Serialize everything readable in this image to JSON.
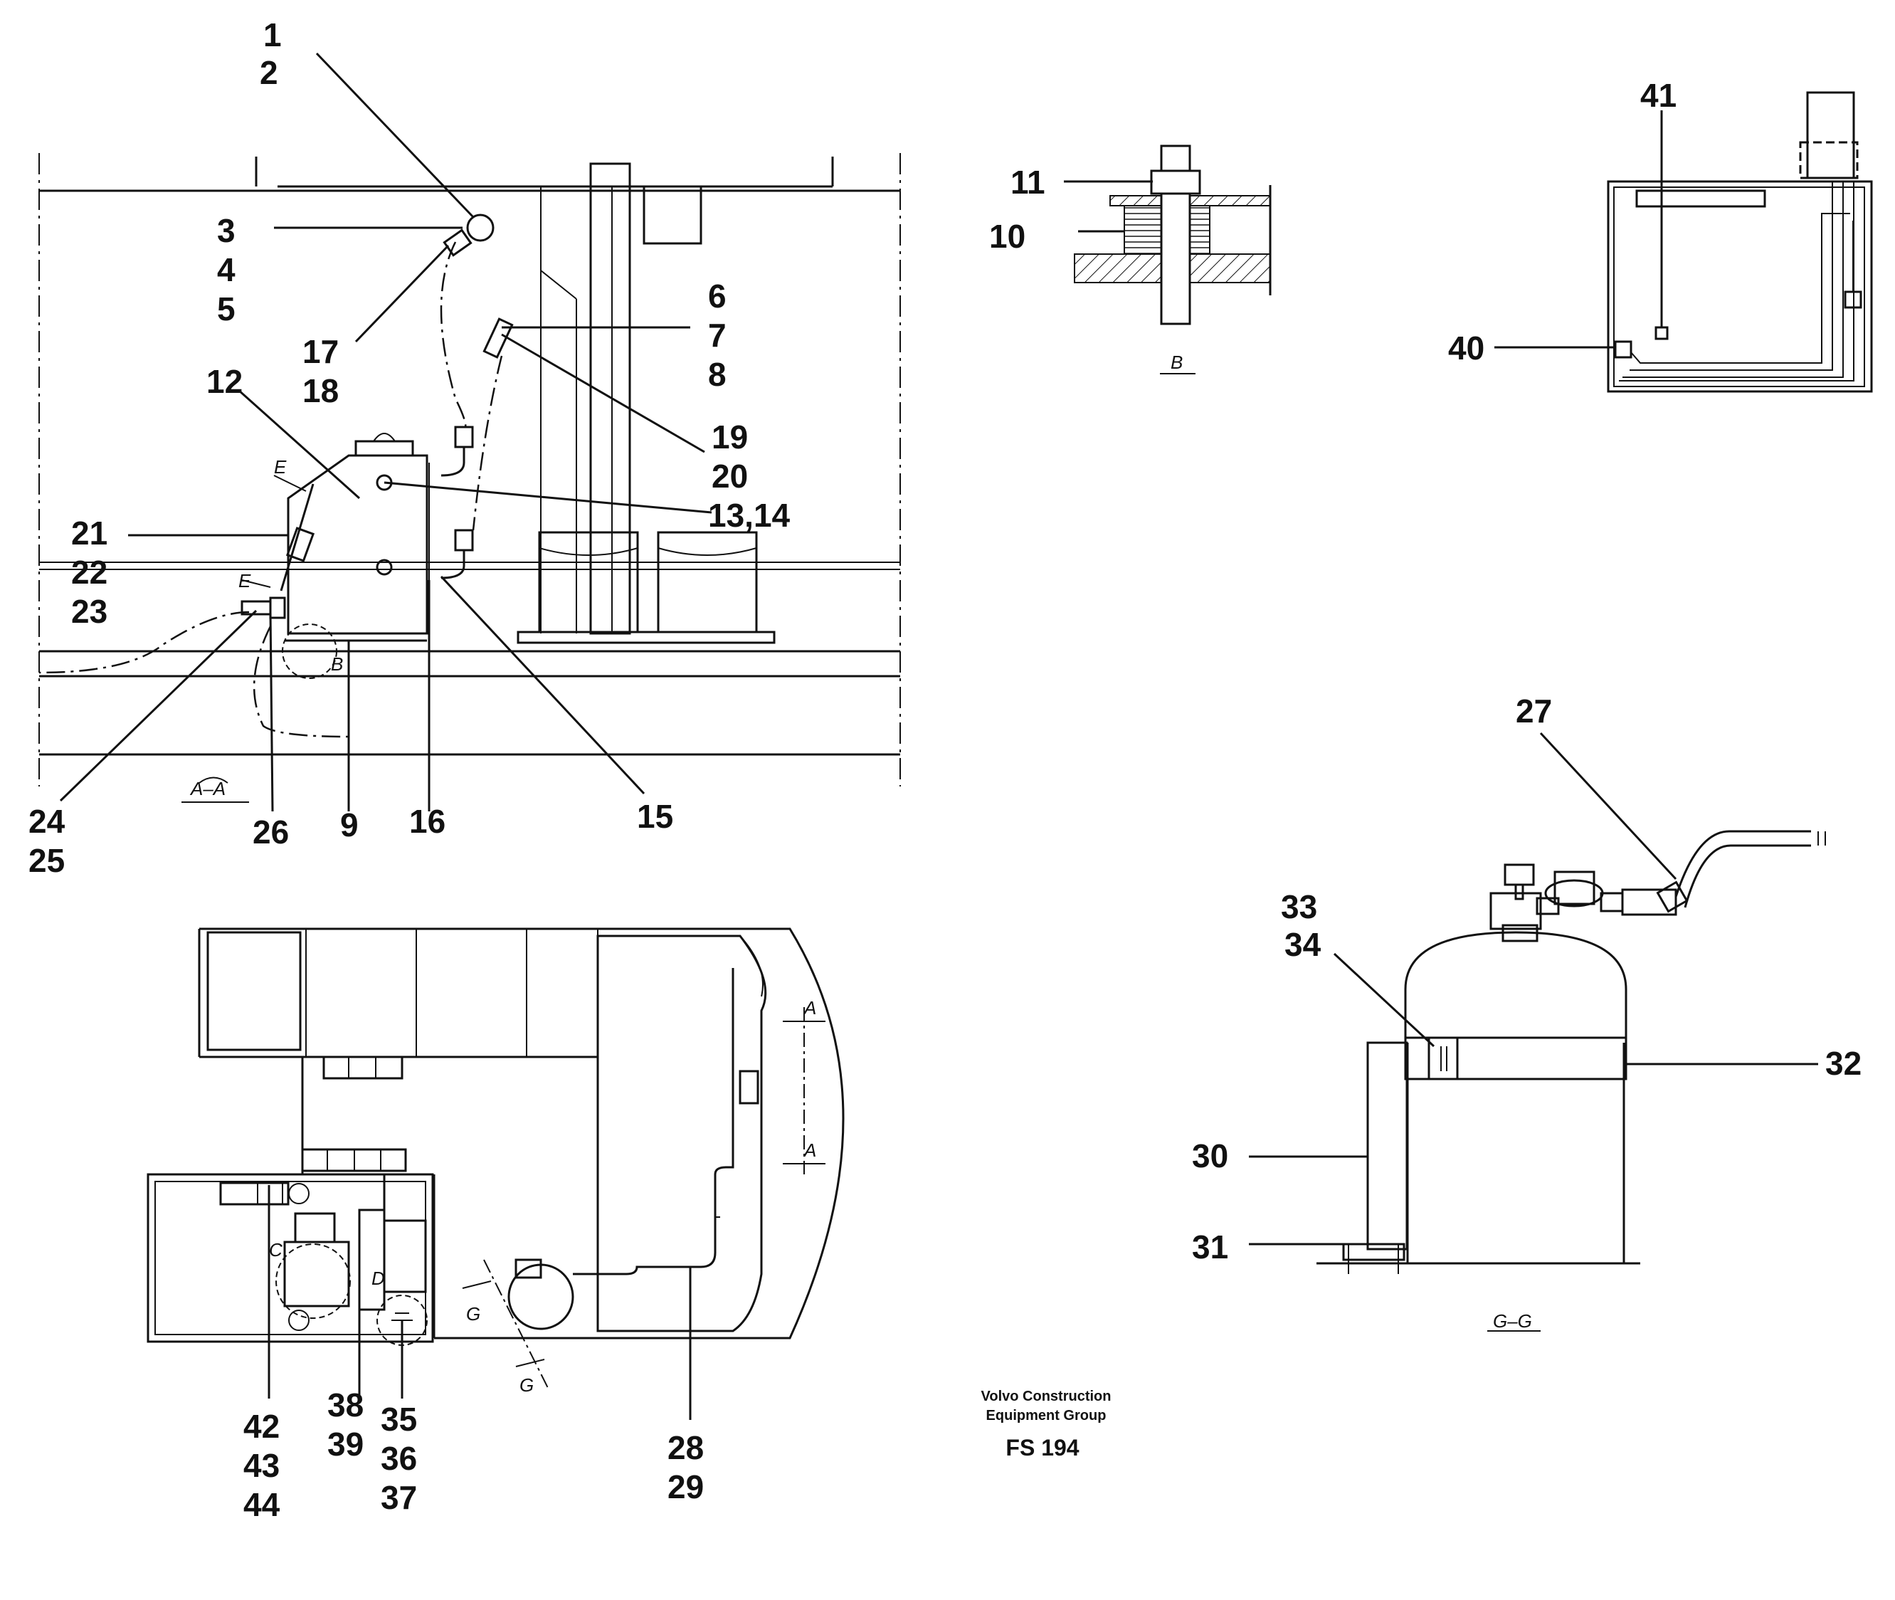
{
  "callouts": {
    "c1": "1",
    "c2": "2",
    "c3": "3",
    "c4": "4",
    "c5": "5",
    "c6": "6",
    "c7": "7",
    "c8": "8",
    "c9": "9",
    "c10": "10",
    "c11": "11",
    "c12": "12",
    "c13_14": "13,14",
    "c15": "15",
    "c16": "16",
    "c17": "17",
    "c18": "18",
    "c19": "19",
    "c20": "20",
    "c21": "21",
    "c22": "22",
    "c23": "23",
    "c24": "24",
    "c25": "25",
    "c26": "26",
    "c27": "27",
    "c28": "28",
    "c29": "29",
    "c30": "30",
    "c31": "31",
    "c32": "32",
    "c33": "33",
    "c34": "34",
    "c35": "35",
    "c36": "36",
    "c37": "37",
    "c38": "38",
    "c39": "39",
    "c40": "40",
    "c41": "41",
    "c42": "42",
    "c43": "43",
    "c44": "44"
  },
  "section_labels": {
    "aa": "A–A",
    "b_view": "B",
    "gg": "G–G",
    "b_circle": "B",
    "c_circle": "C",
    "d_circle": "D",
    "e_upper": "E",
    "e_lower": "E",
    "a_arrow_1": "A",
    "a_arrow_2": "A",
    "g_arrow_1": "G",
    "g_arrow_2": "G"
  },
  "footer": {
    "line1": "Volvo Construction",
    "line2": "Equipment Group",
    "code": "FS 194"
  }
}
